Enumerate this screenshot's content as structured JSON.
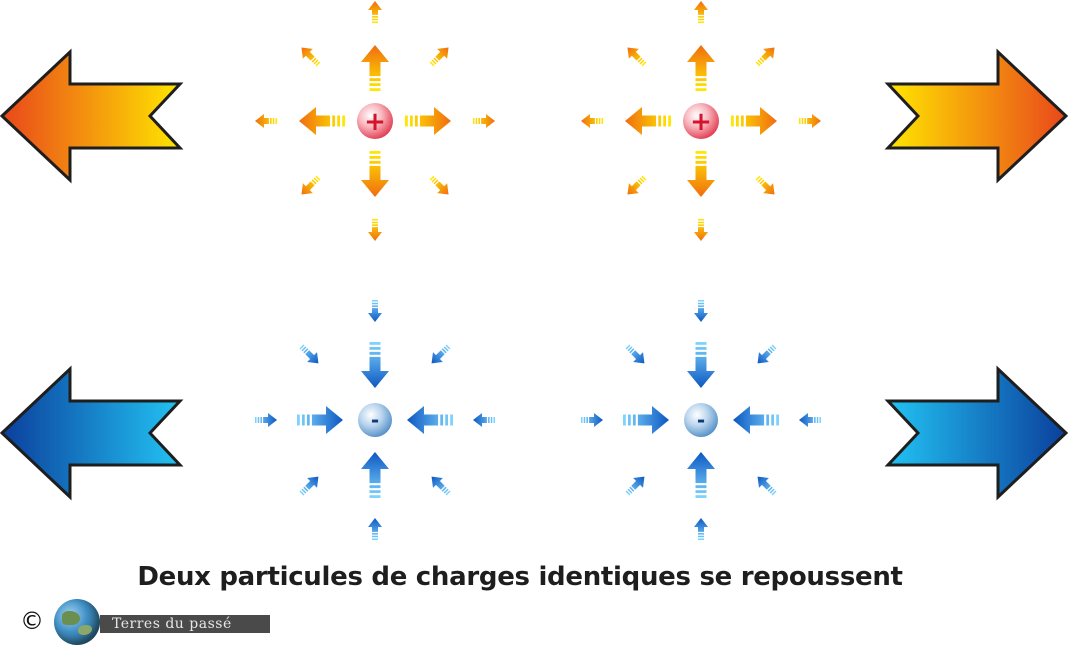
{
  "caption": "Deux particules de charges identiques se repoussent",
  "credit": {
    "copyright_symbol": "©",
    "text": "Terres du passé"
  },
  "particles": [
    {
      "charge": "positive",
      "symbol": "+"
    },
    {
      "charge": "positive",
      "symbol": "+"
    },
    {
      "charge": "negative",
      "symbol": "-"
    },
    {
      "charge": "negative",
      "symbol": "-"
    }
  ],
  "colors": {
    "positive_field": [
      "#fff200",
      "#ff6a00"
    ],
    "negative_field": [
      "#9fdcff",
      "#004fb3"
    ],
    "positive_sphere": "#e8233a",
    "negative_sphere": "#5f9fd6",
    "outline": "#1e1e1e"
  },
  "icons": [
    "big-arrow-left-icon",
    "big-arrow-right-icon",
    "field-arrow-icon",
    "globe-icon"
  ]
}
